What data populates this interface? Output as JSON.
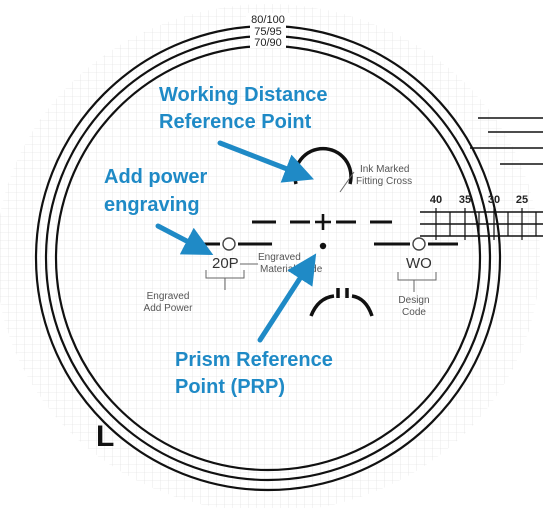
{
  "colors": {
    "annotation": "#1f8ac6",
    "grid": "#dcdcdc",
    "lines": "#111111"
  },
  "ring_labels": [
    "80/100",
    "75/95",
    "70/90"
  ],
  "annotations": {
    "working_distance": [
      "Working Distance",
      "Reference Point"
    ],
    "add_power": [
      "Add power",
      "engraving"
    ],
    "prism": [
      "Prism Reference",
      "Point (PRP)"
    ]
  },
  "callouts": {
    "ink_marked": [
      "Ink Marked",
      "Fitting Cross"
    ],
    "engraved_material": [
      "Engraved",
      "Material Code"
    ],
    "engraved_add": [
      "Engraved",
      "Add Power"
    ],
    "design_code": [
      "Design",
      "Code"
    ]
  },
  "engravings": {
    "add_power_code": "20P",
    "design_code": "WO"
  },
  "scale_numbers": [
    "40",
    "35",
    "30",
    "25"
  ],
  "lens_side": "L"
}
